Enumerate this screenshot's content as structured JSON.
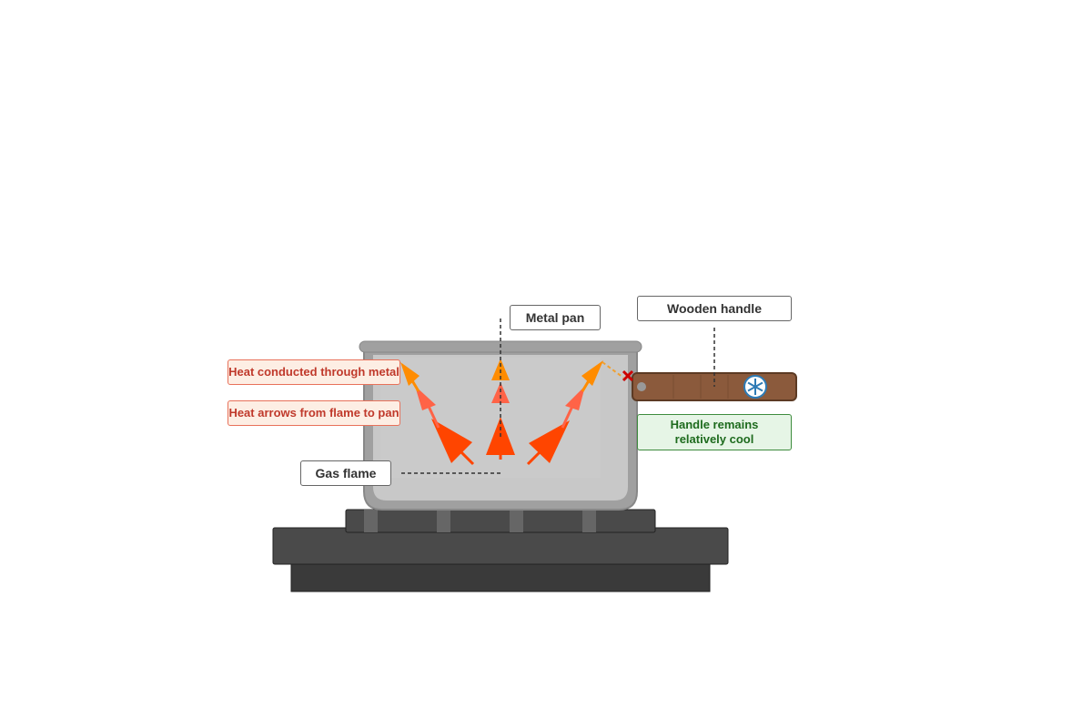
{
  "labels": {
    "metal_pan": "Metal pan",
    "wooden_handle": "Wooden handle",
    "heat_conducted": "Heat conducted through metal",
    "heat_arrows": "Heat arrows from flame to pan",
    "gas_flame": "Gas flame",
    "handle_cool": "Handle remains relatively cool"
  },
  "icons": {
    "cool_indicator": "snowflake-icon",
    "blocked_heat": "cross-icon"
  },
  "colors": {
    "flame": "#ff4500",
    "heat_mid": "#ff6347",
    "heat_outer": "#ff8c00",
    "pan_metal": "#a0a0a0",
    "pan_inner": "#c8c8c8",
    "wood": "#8b5a3c",
    "stove": "#4a4a4a",
    "stove_dark": "#3a3a3a",
    "cool": "#1e6b1e",
    "snowflake": "#2e7bb5",
    "blocked": "#cc0000"
  }
}
